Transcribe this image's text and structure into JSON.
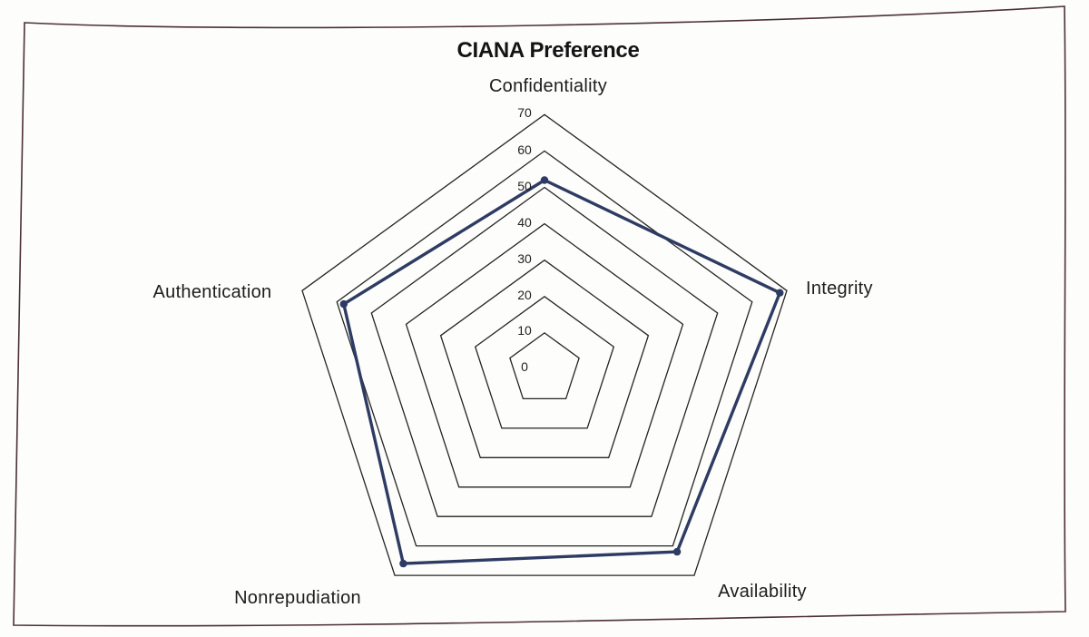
{
  "page": {
    "kind": "scanned book figure",
    "background_color": "#fdfdfb",
    "frame_color": "#4c3038"
  },
  "chart_data": {
    "type": "radar",
    "title": "CIANA Preference",
    "categories": [
      "Confidentiality",
      "Integrity",
      "Availability",
      "Nonrepudiation",
      "Authentication"
    ],
    "series": [
      {
        "name": "CIANA Preference",
        "values": [
          52,
          68,
          62,
          66,
          58
        ],
        "color": "#2e3b63",
        "marker": "circle"
      }
    ],
    "scale": {
      "min": 0,
      "max": 70,
      "step": 10
    },
    "tick_labels": [
      "0",
      "10",
      "20",
      "30",
      "40",
      "50",
      "60",
      "70"
    ],
    "grid": "concentric-pentagons",
    "grid_color": "#242424",
    "legend": "none",
    "text_color": "#1d1d1d"
  }
}
